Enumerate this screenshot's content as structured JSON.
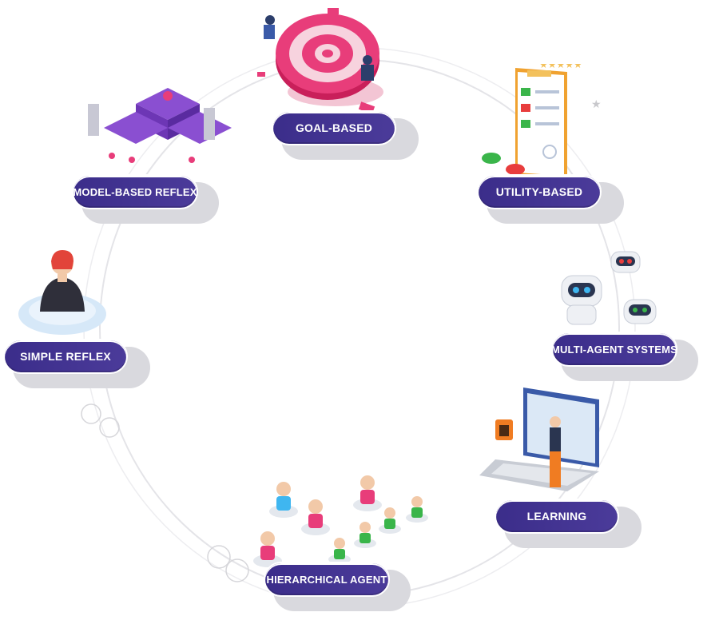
{
  "diagram": {
    "nodes": [
      {
        "id": "goal-based",
        "label": "GOAL-BASED"
      },
      {
        "id": "utility-based",
        "label": "UTILITY-BASED"
      },
      {
        "id": "multi-agent",
        "label": "MULTI-AGENT SYSTEMS"
      },
      {
        "id": "learning",
        "label": "LEARNING"
      },
      {
        "id": "hierarchical",
        "label": "HIERARCHICAL AGENT"
      },
      {
        "id": "simple-reflex",
        "label": "SIMPLE REFLEX"
      },
      {
        "id": "model-based",
        "label": "MODEL-BASED REFLEX"
      }
    ],
    "colors": {
      "pill": "#3b2d8a",
      "accent_pink": "#e83d7a",
      "ring": "#e6e6ea",
      "robot_blue": "#3fb6f0",
      "green": "#3ab54a",
      "orange": "#f07c22"
    }
  }
}
